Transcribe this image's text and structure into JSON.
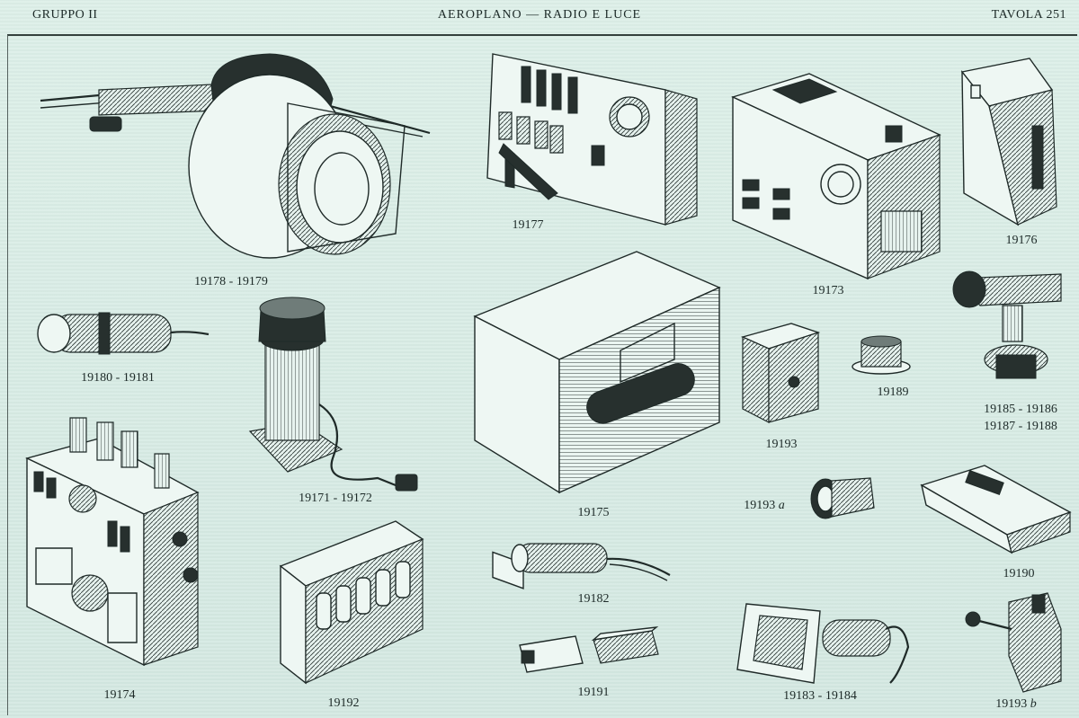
{
  "header": {
    "group": "GRUPPO II",
    "title": "AEROPLANO — RADIO E LUCE",
    "plate": "TAVOLA 251"
  },
  "items": [
    {
      "id": "headlamp",
      "caption": "19178 - 19179"
    },
    {
      "id": "switch-panel",
      "caption": "19177"
    },
    {
      "id": "radio-set",
      "caption": "19173"
    },
    {
      "id": "rack-panel",
      "caption": "19176"
    },
    {
      "id": "small-lamp",
      "caption": "19180 - 19181"
    },
    {
      "id": "coil-unit",
      "caption": "19171 - 19172"
    },
    {
      "id": "battery-case",
      "caption": "19175"
    },
    {
      "id": "relay-box",
      "caption": "19193"
    },
    {
      "id": "socket",
      "caption": "19189"
    },
    {
      "id": "spot-lamp",
      "caption_line1": "19185 - 19186",
      "caption_line2": "19187 - 19188"
    },
    {
      "id": "control-box",
      "caption": "19174"
    },
    {
      "id": "fuse-block",
      "caption": "19192"
    },
    {
      "id": "lamp-socket-a",
      "caption_num": "19193",
      "caption_suffix": "a"
    },
    {
      "id": "junction-box",
      "caption": "19190"
    },
    {
      "id": "cable-lamp",
      "caption": "19182"
    },
    {
      "id": "connector-pair",
      "caption": "19191"
    },
    {
      "id": "landing-light",
      "caption": "19183 - 19184"
    },
    {
      "id": "toggle-switch-b",
      "caption_num": "19193",
      "caption_suffix": "b"
    }
  ]
}
